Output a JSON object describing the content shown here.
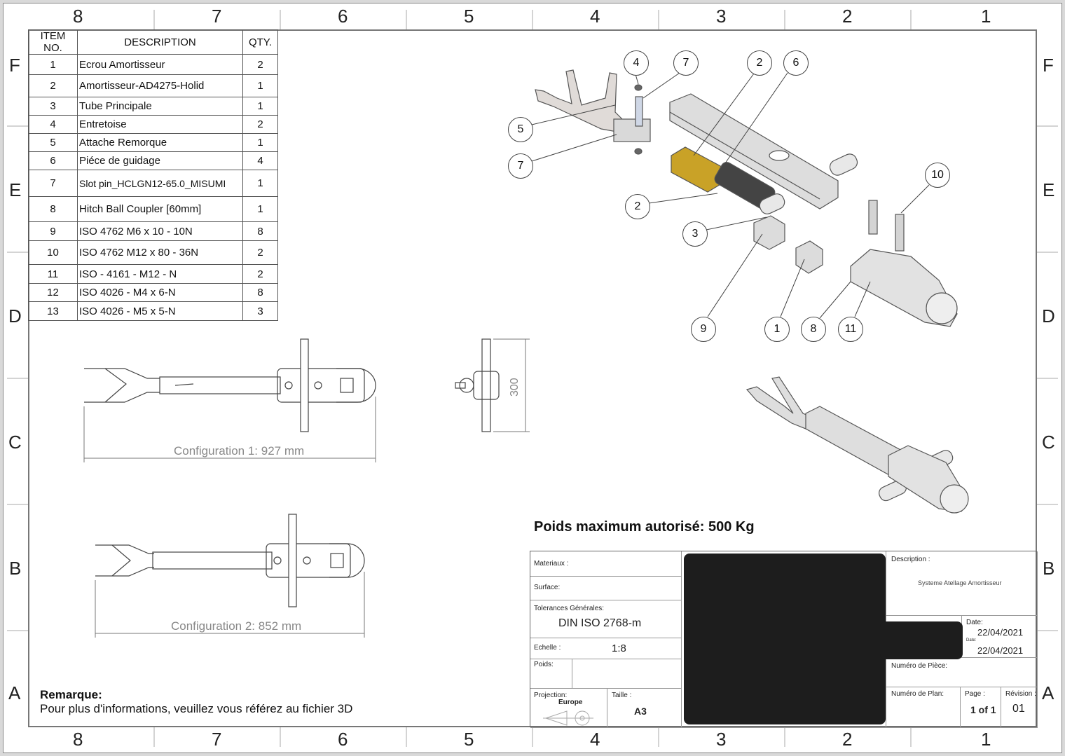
{
  "zones": {
    "columns": [
      "8",
      "7",
      "6",
      "5",
      "4",
      "3",
      "2",
      "1"
    ],
    "rows": [
      "F",
      "E",
      "D",
      "C",
      "B",
      "A"
    ]
  },
  "bom": {
    "headers": [
      "ITEM NO.",
      "DESCRIPTION",
      "QTY."
    ],
    "rows": [
      {
        "item": "1",
        "description": "Ecrou Amortisseur",
        "qty": "2"
      },
      {
        "item": "2",
        "description": "Amortisseur-AD4275-Holid",
        "qty": "1"
      },
      {
        "item": "3",
        "description": "Tube Principale",
        "qty": "1"
      },
      {
        "item": "4",
        "description": "Entretoise",
        "qty": "2"
      },
      {
        "item": "5",
        "description": "Attache Remorque",
        "qty": "1"
      },
      {
        "item": "6",
        "description": "Piéce de guidage",
        "qty": "4"
      },
      {
        "item": "7",
        "description": "Slot pin_HCLGN12-65.0_MISUMI",
        "qty": "1"
      },
      {
        "item": "8",
        "description": "Hitch Ball Coupler [60mm]",
        "qty": "1"
      },
      {
        "item": "9",
        "description": "ISO 4762 M6 x 10 - 10N",
        "qty": "8"
      },
      {
        "item": "10",
        "description": "ISO 4762 M12 x 80 - 36N",
        "qty": "2"
      },
      {
        "item": "11",
        "description": "ISO - 4161 - M12 - N",
        "qty": "2"
      },
      {
        "item": "12",
        "description": "ISO 4026 - M4 x 6-N",
        "qty": "8"
      },
      {
        "item": "13",
        "description": "ISO 4026 - M5 x 5-N",
        "qty": "3"
      }
    ]
  },
  "balloons": [
    "4",
    "7",
    "2",
    "6",
    "5",
    "7",
    "10",
    "2",
    "3",
    "9",
    "1",
    "8",
    "11"
  ],
  "dimensions": {
    "config1": "Configuration 1: 927 mm",
    "config2": "Configuration 2: 852 mm",
    "height": "300"
  },
  "max_weight": "Poids maximum autorisé: 500 Kg",
  "remark": {
    "title": "Remarque:",
    "text": "Pour plus d'informations, veuillez vous référez au fichier 3D"
  },
  "title_block": {
    "materiaux_label": "Materiaux :",
    "surface_label": "Surface:",
    "tolerances_label": "Tolerances Générales:",
    "tolerances_value": "DIN ISO 2768-m",
    "echelle_label": "Echelle :",
    "echelle_value": "1:8",
    "poids_label": "Poids:",
    "projection_label": "Projection:",
    "projection_value": "Europe",
    "taille_label": "Taille :",
    "taille_value": "A3",
    "description_label": "Description :",
    "description_value": "Systeme Atellage Amortisseur",
    "date_label_1": "Date:",
    "date_value_1": "22/04/2021",
    "date_label_2": "Date:",
    "date_value_2": "22/04/2021",
    "numero_piece_label": "Numéro de Pièce:",
    "numero_plan_label": "Numéro de Plan:",
    "page_label": "Page :",
    "page_value": "1 of 1",
    "revision_label": "Révision :",
    "revision_value": "01"
  },
  "colors": {
    "line": "#555555",
    "part_fill": "#d6d6d6",
    "guide_fill": "#c9a227",
    "redaction": "#1d1d1d"
  }
}
